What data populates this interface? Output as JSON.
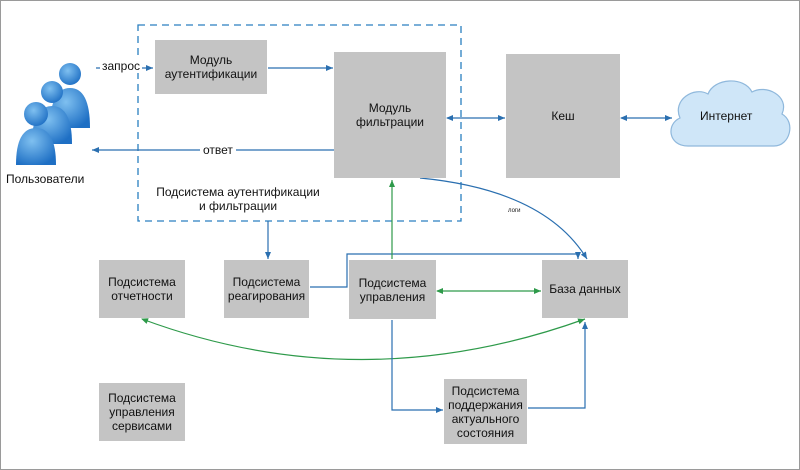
{
  "diagram": {
    "users_label": "Пользователи",
    "request_label": "запрос",
    "response_label": "ответ",
    "logs_label": "логи",
    "auth_subsystem_label": "Подсистема аутентификации\nи фильтрации",
    "internet_label": "Интернет",
    "boxes": {
      "auth_module": "Модуль\nаутентификации",
      "filter_module": "Модуль\nфильтрации",
      "cache": "Кеш",
      "reporting": "Подсистема\nотчетности",
      "response": "Подсистема\nреагирования",
      "management": "Подсистема\nуправления",
      "database": "База данных",
      "services": "Подсистема\nуправления\nсервисами",
      "maintenance": "Подсистема\nподдержания\nактуального\nсостояния"
    },
    "colors": {
      "box": "#c4c4c4",
      "blue_arrow": "#2a6fb0",
      "green_arrow": "#2e9a4a",
      "dashed_border": "#2a7fc0",
      "cloud": "#cfe6f8",
      "users": "#2a7fd0"
    }
  }
}
